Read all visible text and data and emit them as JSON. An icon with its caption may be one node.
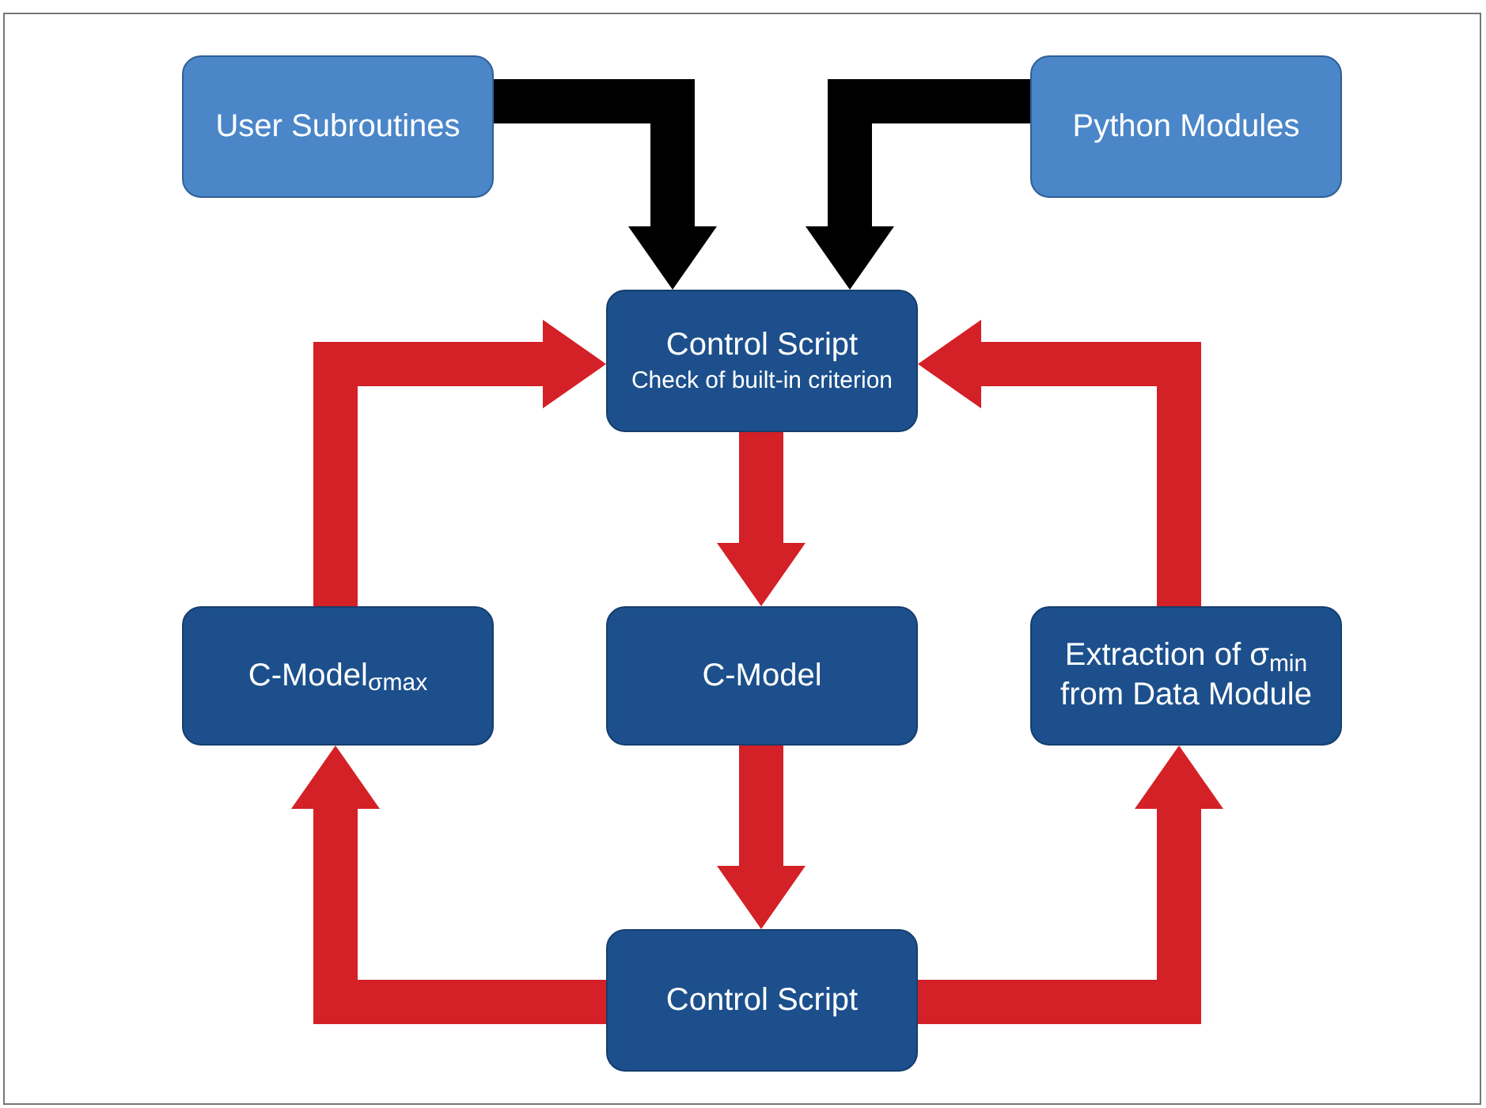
{
  "diagram": {
    "nodes": [
      {
        "text": [
          "User Subroutines"
        ]
      },
      {
        "text": [
          "Python Modules"
        ]
      },
      {
        "text": [
          "Control Script",
          "Check of built-in criterion"
        ]
      },
      {
        "text": [
          "C-Model$_{σmax}$"
        ]
      },
      {
        "text": [
          "C-Model"
        ]
      },
      {
        "text": [
          "Extraction of σ$_{min}$ from Data Module"
        ]
      },
      {
        "text": [
          "Control Script"
        ]
      }
    ],
    "edges": [
      {
        "from": 0,
        "to": 2,
        "arrow": "to",
        "color": "#000000"
      },
      {
        "from": 1,
        "to": 2,
        "arrow": "to",
        "color": "#000000"
      },
      {
        "from": 2,
        "to": 4,
        "arrow": "to"
      },
      {
        "from": 4,
        "to": 6,
        "arrow": "to"
      },
      {
        "from": 6,
        "to": 3,
        "arrow": "to"
      },
      {
        "from": 3,
        "to": 2,
        "arrow": "to"
      },
      {
        "from": 6,
        "to": 5,
        "arrow": "to"
      },
      {
        "from": 5,
        "to": 2,
        "arrow": "to"
      }
    ]
  }
}
